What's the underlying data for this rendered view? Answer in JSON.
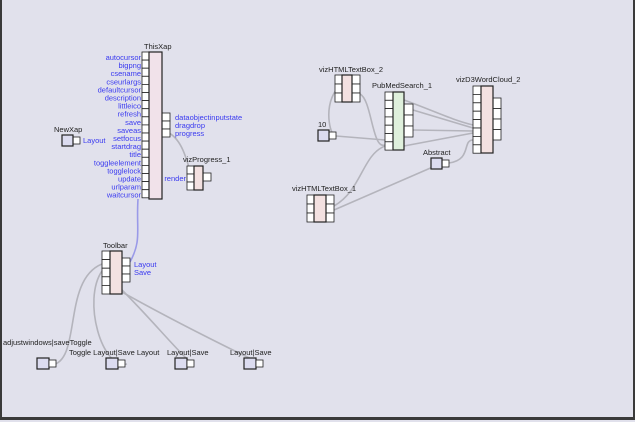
{
  "colors": {
    "background": "#e1e1ec",
    "port_label": "#3a3af0",
    "edge": "#b4b4bc",
    "edge_active": "#9a9ae8",
    "node_pink": "#f1e2ea",
    "node_green": "#dff0dc",
    "node_rose": "#f3e1e1",
    "value_box": "#dcdcf0"
  },
  "nodes": {
    "thisxap": {
      "name": "ThisXap",
      "inputs": [
        "autocursor",
        "bigpng",
        "csename",
        "cseurlargs",
        "defaultcursor",
        "description",
        "littleico",
        "refresh",
        "save",
        "saveas",
        "setfocus",
        "startdrag",
        "title",
        "toggleelement",
        "togglelock",
        "update",
        "urlparam",
        "waitcursor"
      ],
      "outputs": [
        "dataobjectinputstate",
        "dragdrop",
        "progress"
      ]
    },
    "newxap": {
      "name": "NewXap",
      "output_label": "Layout"
    },
    "vizprogress": {
      "name": "vizProgress_1",
      "inputs": [
        "render"
      ]
    },
    "toolbar": {
      "name": "Toolbar",
      "outputs": [
        "Layout",
        "Save"
      ]
    },
    "bottom": [
      {
        "name": "adjustwindows|saveToggle"
      },
      {
        "name": "Toggle Layout|Save Layout"
      },
      {
        "name": "Layout|Save"
      },
      {
        "name": "Layout|Save"
      }
    ],
    "textbox2": {
      "name": "vizHTMLTextBox_2"
    },
    "pubmed": {
      "name": "PubMedSearch_1"
    },
    "ten": {
      "name": "10"
    },
    "wordcloud": {
      "name": "vizD3WordCloud_2"
    },
    "abstract": {
      "name": "Abstract"
    },
    "textbox1": {
      "name": "vizHTMLTextBox_1"
    }
  }
}
